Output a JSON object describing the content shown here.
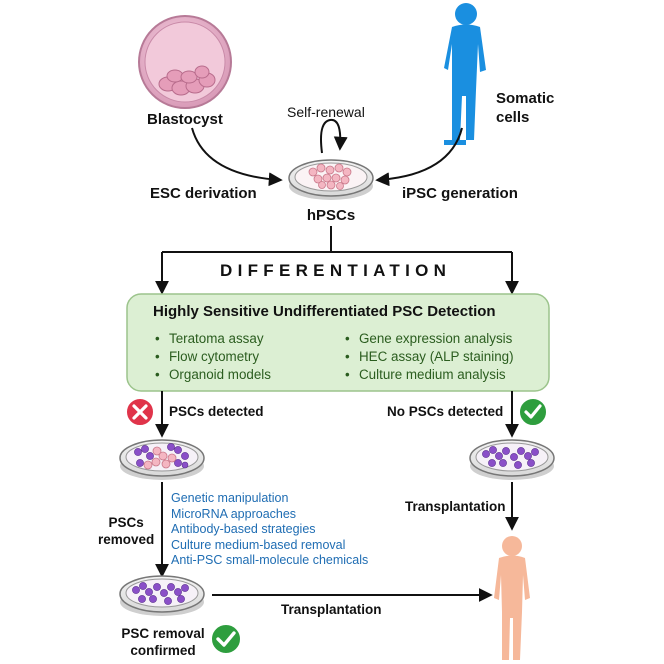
{
  "labels": {
    "blastocyst": "Blastocyst",
    "self_renewal": "Self-renewal",
    "somatic_cells": "Somatic\ncells",
    "esc_derivation": "ESC derivation",
    "ipsc_generation": "iPSC generation",
    "hpscs": "hPSCs",
    "differentiation": "DIFFERENTIATION",
    "box_title": "Highly Sensitive Undifferentiated PSC Detection",
    "pscs_detected": "PSCs detected",
    "no_pscs_detected": "No PSCs detected",
    "pscs_removed": "PSCs\nremoved",
    "transplantation_right": "Transplantation",
    "transplantation_bottom": "Transplantation",
    "removal_confirmed": "PSC removal\nconfirmed"
  },
  "detection_methods_left": [
    "Teratoma assay",
    "Flow cytometry",
    "Organoid models"
  ],
  "detection_methods_right": [
    "Gene expression analysis",
    "HEC assay (ALP staining)",
    "Culture medium analysis"
  ],
  "removal_strategies": [
    "Genetic manipulation",
    "MicroRNA approaches",
    "Antibody-based strategies",
    "Culture medium-based removal",
    "Anti-PSC small-molecule chemicals"
  ],
  "colors": {
    "box_fill": "#dcefd3",
    "box_stroke": "#9cc48c",
    "method_text": "#2b5d1f",
    "strategy_text": "#1f6db3",
    "somatic_figure": "#1a8fe0",
    "recipient_figure": "#f6b89a",
    "blastocyst": "#e8b4c8",
    "psc_cell": "#f4b6c2",
    "differentiated_cell": "#8a4fc8",
    "cross_badge": "#e0344a",
    "check_badge": "#2e9e3e"
  }
}
